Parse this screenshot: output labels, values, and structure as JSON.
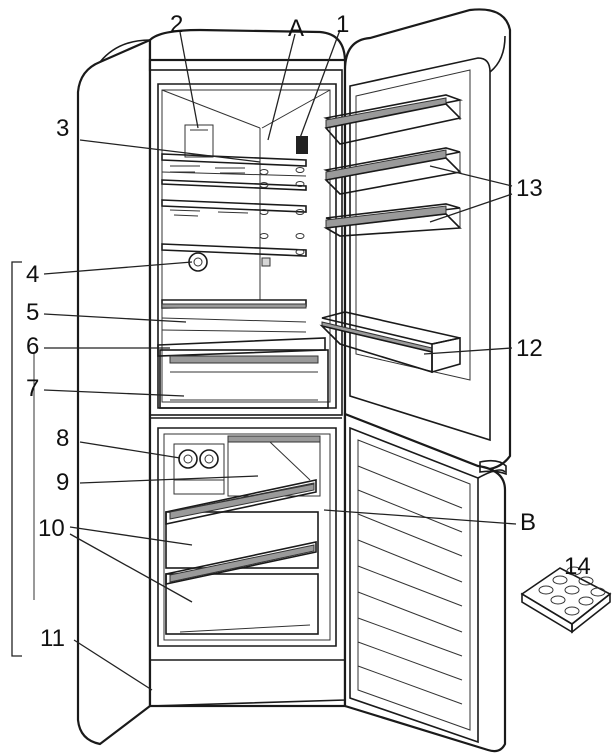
{
  "labels": {
    "l1": "1",
    "l2": "2",
    "l3": "3",
    "l4": "4",
    "l5": "5",
    "l6": "6",
    "l7": "7",
    "l8": "8",
    "l9": "9",
    "l10": "10",
    "l11": "11",
    "l12": "12",
    "l13": "13",
    "l14": "14",
    "lA": "A",
    "lB": "B"
  }
}
